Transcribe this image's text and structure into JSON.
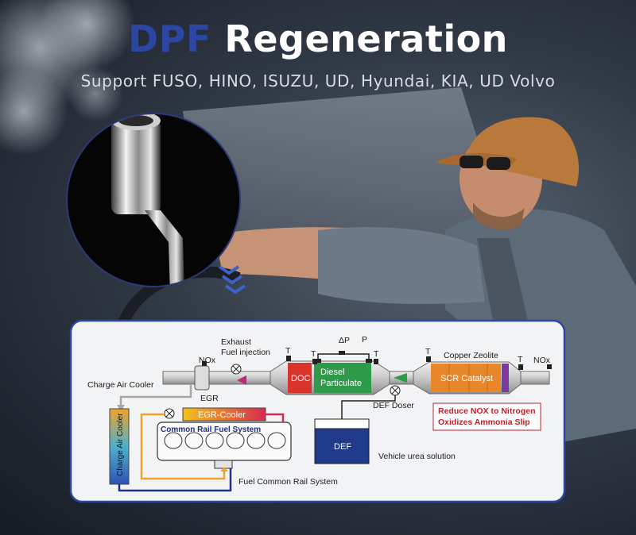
{
  "headline": {
    "part1": "DPF",
    "part2": "Regeneration"
  },
  "subtitle": "Support FUSO, HINO, ISUZU, UD, Hyundai, KIA, UD Volvo",
  "diagram": {
    "exhaust_label": "Exhaust",
    "fuel_injection_label": "Fuel injection",
    "nox_in": "NOx",
    "nox_out": "NOx",
    "delta_p": "ΔP",
    "p": "P",
    "t_marks": [
      "T",
      "T",
      "T",
      "T",
      "T"
    ],
    "doc": "DOC",
    "diesel_particulate_1": "Diesel",
    "diesel_particulate_2": "Particulate",
    "copper_zeolite": "Copper Zeolite",
    "scr_catalyst": "SCR Catalyst",
    "charge_air_cooler": "Charge Air Cooler",
    "egr": "EGR",
    "egr_cooler": "EGR-Cooler",
    "common_rail": "Common Rail Fuel  System",
    "charge_air_cooler_vertical": "Charge Air Cooler",
    "def_doser": "DEF Doser",
    "reduce_1": "Reduce NOX to Nitrogen",
    "reduce_2": "Oxidizes Ammonia Slip",
    "def_tank": "DEF",
    "urea": "Vehicle urea solution",
    "fuel_common_rail": "Fuel Common Rail System"
  },
  "colors": {
    "accent_blue": "#2c47a3",
    "doc_red": "#d9342b",
    "dpf_green": "#2e9b4a",
    "scr_orange": "#e8862a",
    "def_blue": "#1f3a8a",
    "warning_red": "#c0202a"
  }
}
